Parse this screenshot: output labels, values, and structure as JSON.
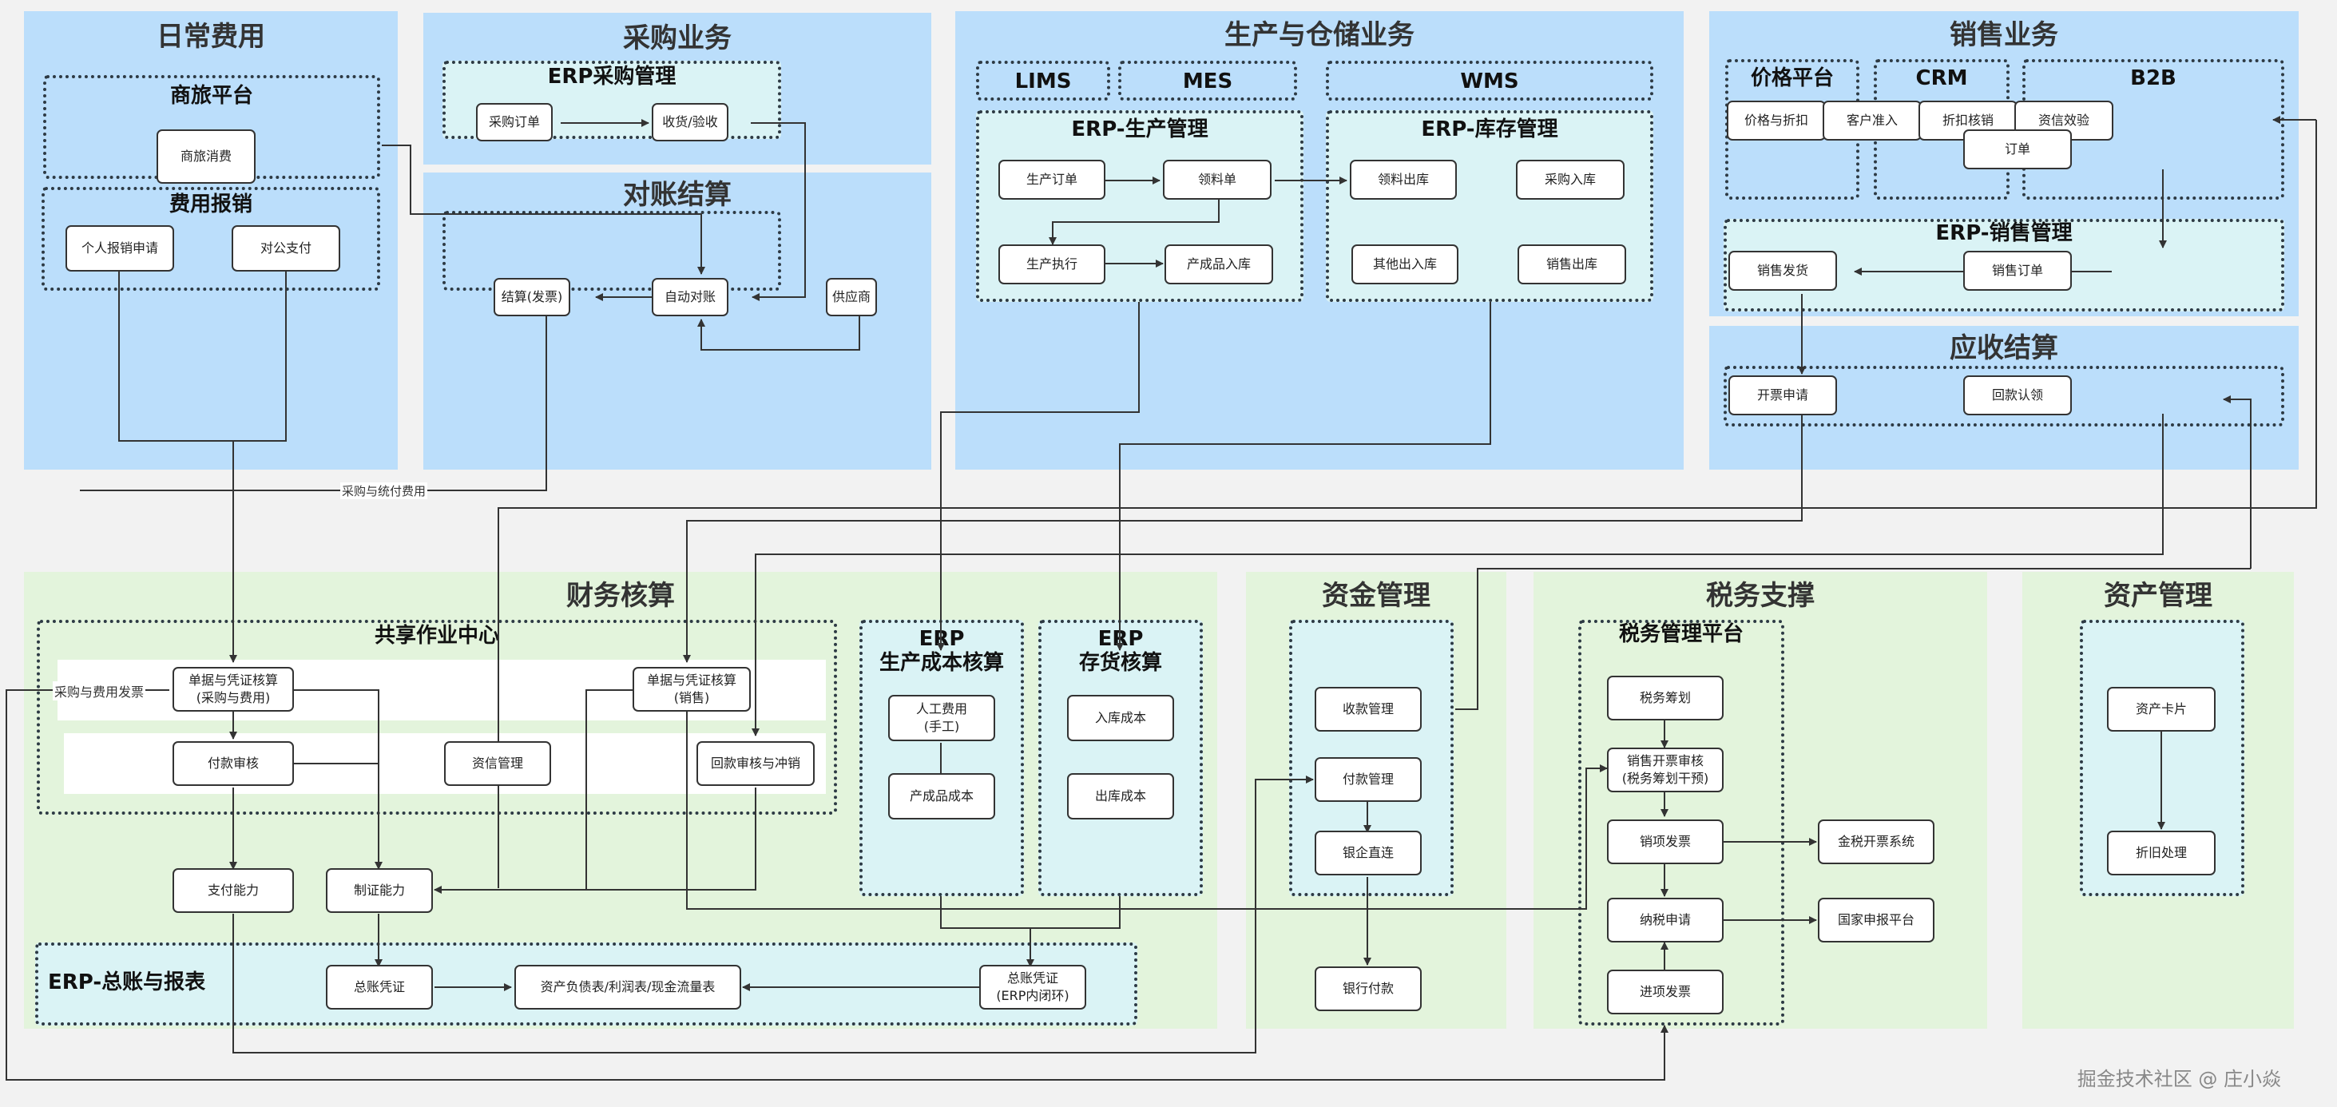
{
  "zones": {
    "daily_expense": "日常费用",
    "procurement": "采购业务",
    "reconciliation": "对账结算",
    "production_storage": "生产与仓储业务",
    "sales": "销售业务",
    "receivable": "应收结算",
    "finance_accounting": "财务核算",
    "fund_management": "资金管理",
    "tax_support": "税务支撑",
    "asset_management": "资产管理"
  },
  "groups": {
    "travel_platform": "商旅平台",
    "expense_reimbursement": "费用报销",
    "erp_procurement": "ERP采购管理",
    "lims": "LIMS",
    "mes": "MES",
    "wms": "WMS",
    "erp_production": "ERP-生产管理",
    "erp_inventory": "ERP-库存管理",
    "price_platform": "价格平台",
    "crm": "CRM",
    "b2b": "B2B",
    "erp_sales": "ERP-销售管理",
    "shared_service_center": "共享作业中心",
    "erp_cost": "ERP\n生产成本核算",
    "erp_stock_accounting": "ERP\n存货核算",
    "tax_platform": "税务管理平台",
    "erp_gl": "ERP-总账与报表"
  },
  "nodes": {
    "travel_spend": "商旅消费",
    "personal_reimburse": "个人报销申请",
    "corporate_pay": "对公支付",
    "purchase_order": "采购订单",
    "receive_inspect": "收货/验收",
    "settle_invoice": "结算(发票)",
    "auto_reconcile": "自动对账",
    "supplier": "供应商",
    "production_order": "生产订单",
    "material_requisition": "领料单",
    "production_exec": "生产执行",
    "finished_goods_in": "产成品入库",
    "material_out": "领料出库",
    "purchase_in": "采购入库",
    "other_inout": "其他出入库",
    "sales_out": "销售出库",
    "price_discount": "价格与折扣",
    "customer_access": "客户准入",
    "discount_writeoff": "折扣核销",
    "credit_check": "资信效验",
    "order": "订单",
    "sales_delivery": "销售发货",
    "sales_order": "销售订单",
    "invoice_request": "开票申请",
    "payment_claim": "回款认领",
    "voucher_purchase": "单据与凭证核算\n(采购与费用)",
    "payment_review": "付款审核",
    "credit_management": "资信管理",
    "voucher_sales": "单据与凭证核算\n(销售)",
    "collection_review": "回款审核与冲销",
    "pay_capability": "支付能力",
    "voucher_capability": "制证能力",
    "labor_cost": "人工费用\n(手工)",
    "finished_cost": "产成品成本",
    "inbound_cost": "入库成本",
    "outbound_cost": "出库成本",
    "gl_voucher": "总账凭证",
    "financial_statements": "资产负债表/利润表/现金流量表",
    "gl_voucher_erp": "总账凭证\n(ERP内闭环)",
    "collection_mgmt": "收款管理",
    "payment_mgmt": "付款管理",
    "bank_direct": "银企直连",
    "bank_payment": "银行付款",
    "tax_planning": "税务筹划",
    "sales_invoice_review": "销售开票审核\n(税务筹划干预)",
    "output_invoice": "销项发票",
    "tax_filing": "纳税申请",
    "input_invoice": "进项发票",
    "golden_tax": "金税开票系统",
    "national_filing": "国家申报平台",
    "asset_card": "资产卡片",
    "depreciation": "折旧处理"
  },
  "edge_labels": {
    "purchase_expense": "采购与统付费用",
    "purchase_expense_invoice": "采购与费用发票"
  },
  "watermark": "掘金技术社区 @ 庄小焱"
}
